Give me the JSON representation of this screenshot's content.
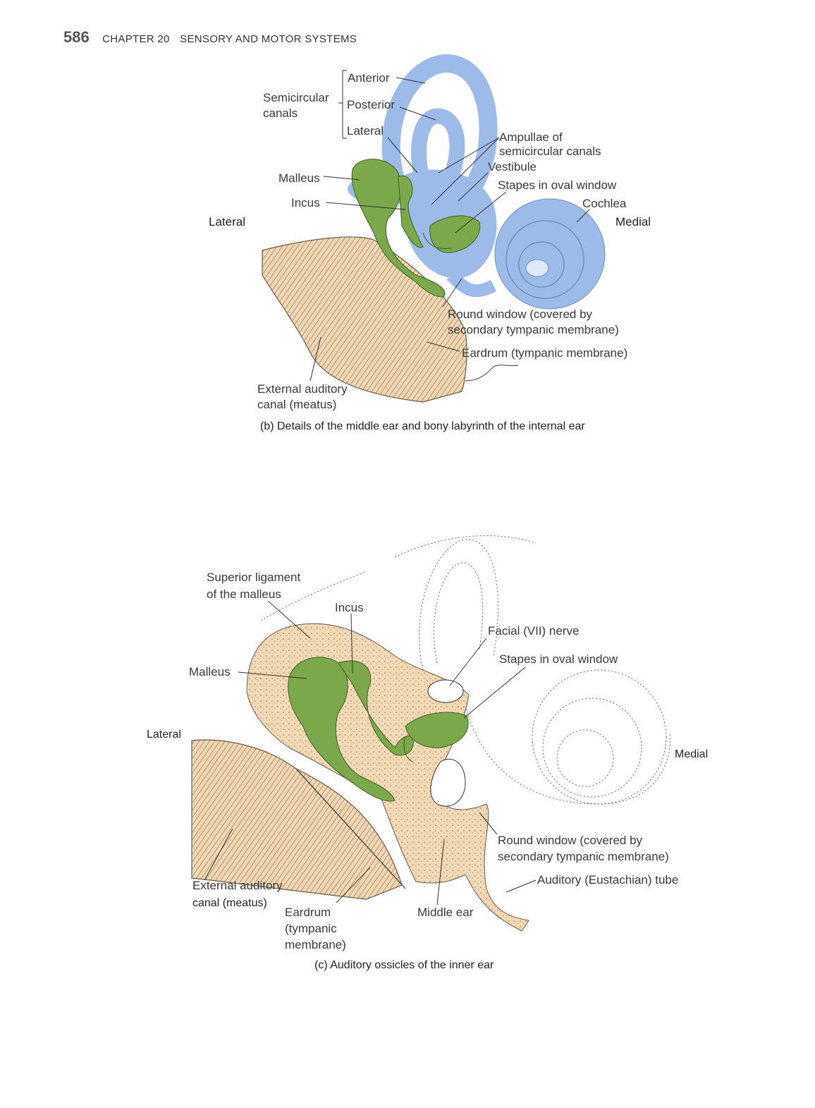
{
  "header": {
    "page_number": "586",
    "chapter": "CHAPTER 20",
    "title": "SENSORY AND MOTOR SYSTEMS"
  },
  "figure_b": {
    "caption": "(b) Details of the middle ear and bony labyrinth of the internal ear",
    "labels": {
      "semicircular": "Semicircular",
      "canals": "canals",
      "anterior": "Anterior",
      "posterior": "Posterior",
      "lateral_canal": "Lateral",
      "ampullae_1": "Ampullae of",
      "ampullae_2": "semicircular canals",
      "vestibule": "Vestibule",
      "stapes": "Stapes in oval window",
      "cochlea": "Cochlea",
      "medial": "Medial",
      "lateral_side": "Lateral",
      "malleus": "Malleus",
      "incus": "Incus",
      "round_window_1": "Round window (covered by",
      "round_window_2": "secondary tympanic membrane)",
      "eardrum": "Eardrum (tympanic membrane)",
      "external_1": "External auditory",
      "external_2": "canal (meatus)"
    }
  },
  "figure_c": {
    "caption": "(c) Auditory ossicles of the inner ear",
    "labels": {
      "superior_1": "Superior ligament",
      "superior_2": "of the malleus",
      "incus": "Incus",
      "facial": "Facial (VII) nerve",
      "stapes": "Stapes in oval window",
      "malleus": "Malleus",
      "lateral_side": "Lateral",
      "medial": "Medial",
      "round_window_1": "Round window (covered by",
      "round_window_2": "secondary tympanic membrane)",
      "auditory_tube": "Auditory (Eustachian) tube",
      "external_1": "External auditory",
      "external_2": "canal (meatus)",
      "eardrum_1": "Eardrum",
      "eardrum_2": "(tympanic",
      "eardrum_3": "membrane)",
      "middle_ear": "Middle ear"
    }
  },
  "colors": {
    "bone_blue": "#9dbbe8",
    "ossicle_green": "#7aa84a",
    "tissue_tan": "#f0d7b2"
  }
}
